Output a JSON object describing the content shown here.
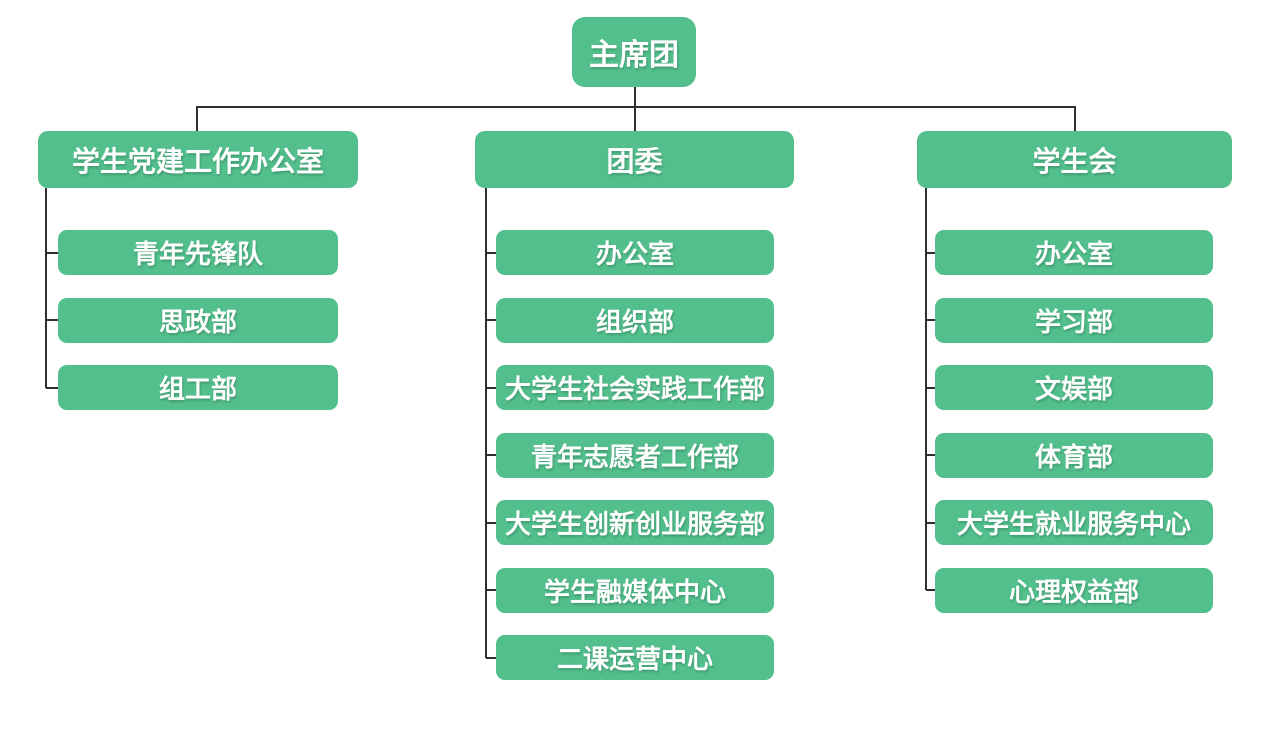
{
  "colors": {
    "node_fill": "#52bf8c",
    "node_text": "#ffffff",
    "connector": "#2f2f2f",
    "background": "#ffffff"
  },
  "chart": {
    "type": "org-tree",
    "root": {
      "label": "主席团"
    },
    "branches": [
      {
        "label": "学生党建工作办公室",
        "children": [
          "青年先锋队",
          "思政部",
          "组工部"
        ]
      },
      {
        "label": "团委",
        "children": [
          "办公室",
          "组织部",
          "大学生社会实践工作部",
          "青年志愿者工作部",
          "大学生创新创业服务部",
          "学生融媒体中心",
          "二课运营中心"
        ]
      },
      {
        "label": "学生会",
        "children": [
          "办公室",
          "学习部",
          "文娱部",
          "体育部",
          "大学生就业服务中心",
          "心理权益部"
        ]
      }
    ]
  }
}
